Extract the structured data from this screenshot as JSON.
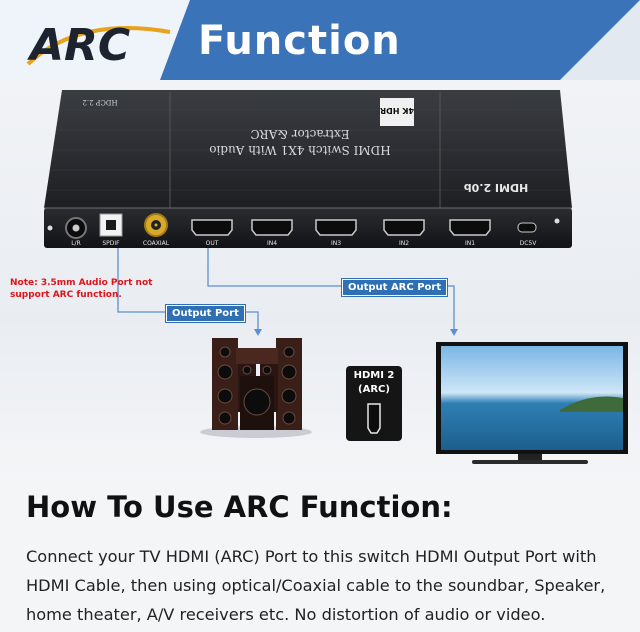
{
  "header": {
    "logo": "ARC",
    "title": "Function",
    "colors": {
      "header_bg": "#dfe7f1",
      "banner": "#3b73b8",
      "logo_gold": "#e8a21c",
      "logo_dark": "#1d2430"
    }
  },
  "device": {
    "hdcp": "HDCP 2.2",
    "badge": "4K HDR",
    "name_line1": "HDMI Switch 4X1 With Audio",
    "name_line2": "Extractor &ARC",
    "hdmi_logo": "HDMI 2.0b",
    "ports": [
      {
        "id": "audio",
        "label": "L/R"
      },
      {
        "id": "spdif",
        "label": "SPDIF"
      },
      {
        "id": "coaxial",
        "label": "COAXIAL"
      },
      {
        "id": "out",
        "label": "OUT"
      },
      {
        "id": "in4",
        "label": "IN4"
      },
      {
        "id": "in3",
        "label": "IN3"
      },
      {
        "id": "in2",
        "label": "IN2"
      },
      {
        "id": "in1",
        "label": "IN1"
      },
      {
        "id": "dc5v",
        "label": "DC5V"
      }
    ]
  },
  "note": "Note: 3.5mm Audio Port not support ARC function.",
  "callouts": {
    "output_arc_port": "Output ARC Port",
    "output_port": "Output Port"
  },
  "tv_port": {
    "line1": "HDMI 2",
    "line2": "(ARC)"
  },
  "howto": {
    "title": "How To Use ARC Function:",
    "body": "Connect your TV HDMI (ARC) Port to this switch HDMI Output Port with HDMI Cable, then using optical/Coaxial cable to the soundbar, Speaker, home theater, A/V receivers etc. No distortion of audio or video."
  }
}
